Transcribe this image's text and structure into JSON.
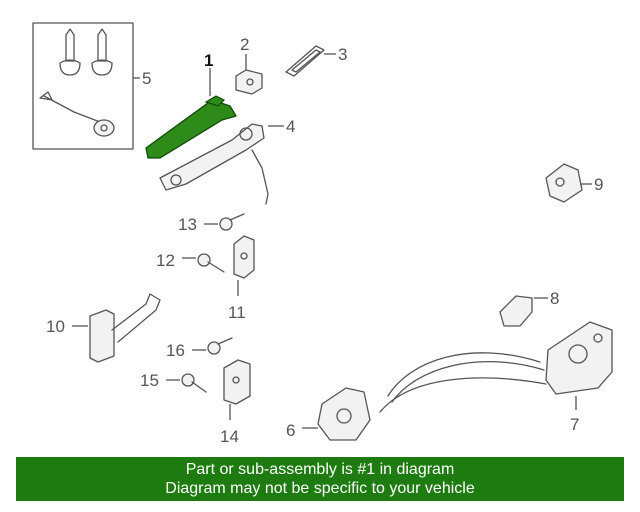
{
  "callouts": {
    "c1": "1",
    "c2": "2",
    "c3": "3",
    "c4": "4",
    "c5": "5",
    "c6": "6",
    "c7": "7",
    "c8": "8",
    "c9": "9",
    "c10": "10",
    "c11": "11",
    "c12": "12",
    "c13": "13",
    "c14": "14",
    "c15": "15",
    "c16": "16"
  },
  "colors": {
    "highlight": "#1e7b0f",
    "highlight_part": "#2e8b1a",
    "line": "#555555",
    "banner_text": "#ffffff"
  },
  "banner": {
    "line1": "Part or sub-assembly is #1 in diagram",
    "line2": "Diagram may not be specific to your vehicle"
  }
}
